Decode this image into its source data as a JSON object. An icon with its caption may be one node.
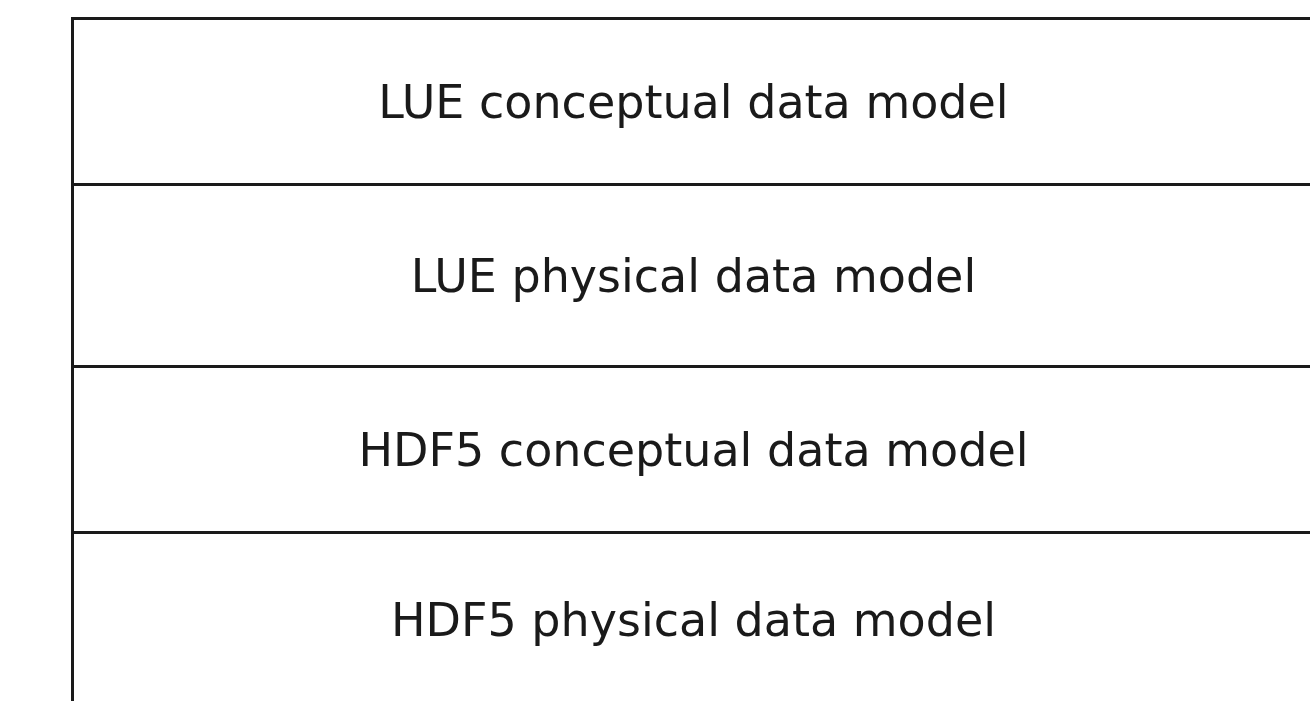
{
  "diagram": {
    "nodes": [
      {
        "text": [
          "LUE conceptual data model"
        ]
      },
      {
        "text": [
          "LUE physical data model"
        ]
      },
      {
        "text": [
          "HDF5 conceptual data model"
        ]
      },
      {
        "text": [
          "HDF5 physical data model"
        ]
      }
    ]
  }
}
